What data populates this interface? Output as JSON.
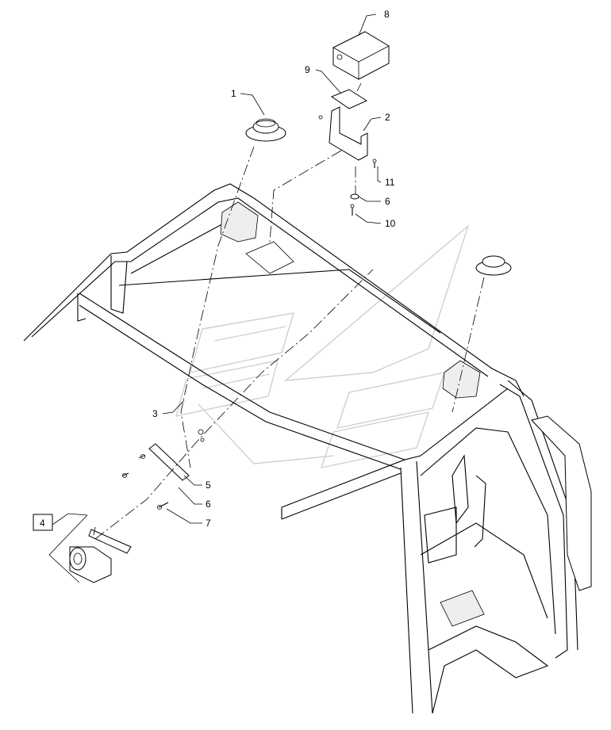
{
  "diagram": {
    "callouts": {
      "c1": "1",
      "c2": "2",
      "c3": "3",
      "c4": "4",
      "c5": "5",
      "c6a": "6",
      "c6b": "6",
      "c7": "7",
      "c8": "8",
      "c9": "9",
      "c10": "10",
      "c11": "11"
    },
    "colors": {
      "line": "#000000",
      "watermark": "#cfcfcf",
      "background": "#ffffff"
    }
  }
}
